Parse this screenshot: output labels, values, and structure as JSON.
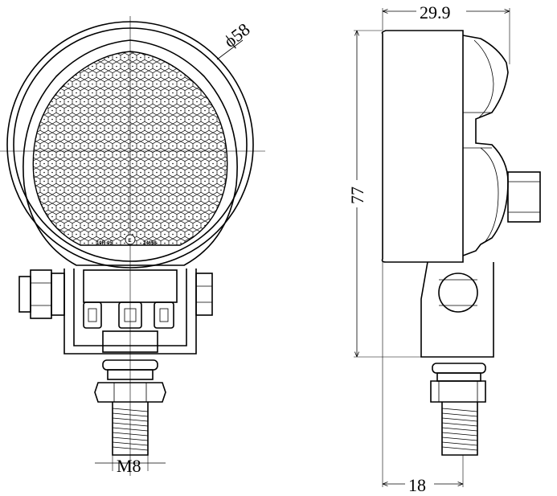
{
  "front_view": {
    "diameter_label": "ϕ58",
    "thread_label": "M8",
    "lens_marks": {
      "left": "10R-05",
      "center": "E",
      "right": "24658"
    }
  },
  "side_view": {
    "depth_label": "29.9",
    "height_label": "77",
    "base_label": "18"
  }
}
